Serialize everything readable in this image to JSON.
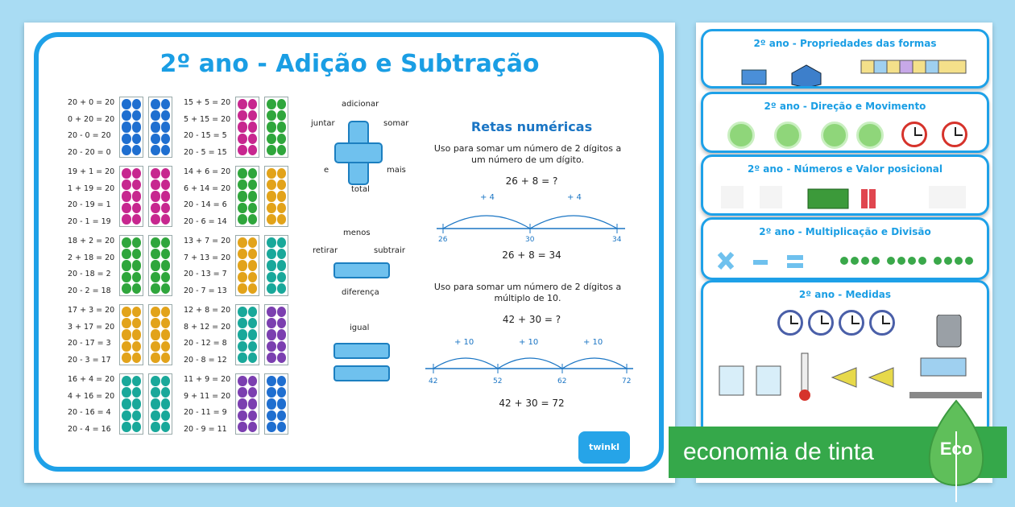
{
  "poster": {
    "title": "2º ano - Adição e Subtração",
    "equations": [
      [
        "20 + 0 = 20",
        "0 + 20 = 20",
        "20 - 0 = 20",
        "20 - 20 = 0"
      ],
      [
        "19 + 1 = 20",
        "1 + 19 = 20",
        "20 - 19 = 1",
        "20 - 1 = 19"
      ],
      [
        "18 + 2 = 20",
        "2 + 18 = 20",
        "20 - 18 = 2",
        "20 - 2 = 18"
      ],
      [
        "17 + 3 = 20",
        "3 + 17 = 20",
        "20 - 17 = 3",
        "20 - 3 = 17"
      ],
      [
        "16 + 4 = 20",
        "4 + 16 = 20",
        "20 - 16 = 4",
        "20 - 4 = 16"
      ],
      [
        "15 + 5 = 20",
        "5 + 15 = 20",
        "20 - 15 = 5",
        "20 - 5 = 15"
      ],
      [
        "14 + 6 = 20",
        "6 + 14 = 20",
        "20 - 14 = 6",
        "20 - 6 = 14"
      ],
      [
        "13 + 7 = 20",
        "7 + 13 = 20",
        "20 - 13 = 7",
        "20 - 7 = 13"
      ],
      [
        "12 + 8 = 20",
        "8 + 12 = 20",
        "20 - 12 = 8",
        "20 - 8 = 12"
      ],
      [
        "11 + 9 = 20",
        "9 + 11 = 20",
        "20 - 11 = 9",
        "20 - 9 = 11"
      ]
    ],
    "frame_colors": [
      "#1f6fd0",
      "#c7278f",
      "#2fa63c",
      "#e2a31a",
      "#19a89a",
      "#7b3fb0"
    ],
    "addition": {
      "top": "adicionar",
      "left": "juntar",
      "right": "somar",
      "bottom_left": "e",
      "bottom_right": "mais",
      "bottom": "total"
    },
    "subtraction": {
      "top": "menos",
      "left": "retirar",
      "right": "subtrair",
      "bottom": "diferença"
    },
    "equals": {
      "label": "igual"
    },
    "number_lines": {
      "title": "Retas numéricas",
      "text1": "Uso para somar um número de 2 dígitos a um número de um dígito.",
      "q1": "26 + 8 = ?",
      "a1": "26 + 8 = 34",
      "jumps1": [
        "+ 4",
        "+ 4"
      ],
      "ticks1": [
        "26",
        "30",
        "34"
      ],
      "text2": "Uso para somar um número de 2 dígitos a múltiplo de 10.",
      "q2": "42 + 30 = ?",
      "a2": "42 + 30 = 72",
      "jumps2": [
        "+ 10",
        "+ 10",
        "+ 10"
      ],
      "ticks2": [
        "42",
        "52",
        "62",
        "72"
      ]
    },
    "logo": "twinkl"
  },
  "side_cards": [
    "2º ano - Propriedades das formas",
    "2º ano - Direção e Movimento",
    "2º ano - Números e Valor posicional",
    "2º ano - Multiplicação e Divisão",
    "2º ano - Medidas"
  ],
  "eco": {
    "text": "economia de tinta",
    "badge": "Eco"
  }
}
